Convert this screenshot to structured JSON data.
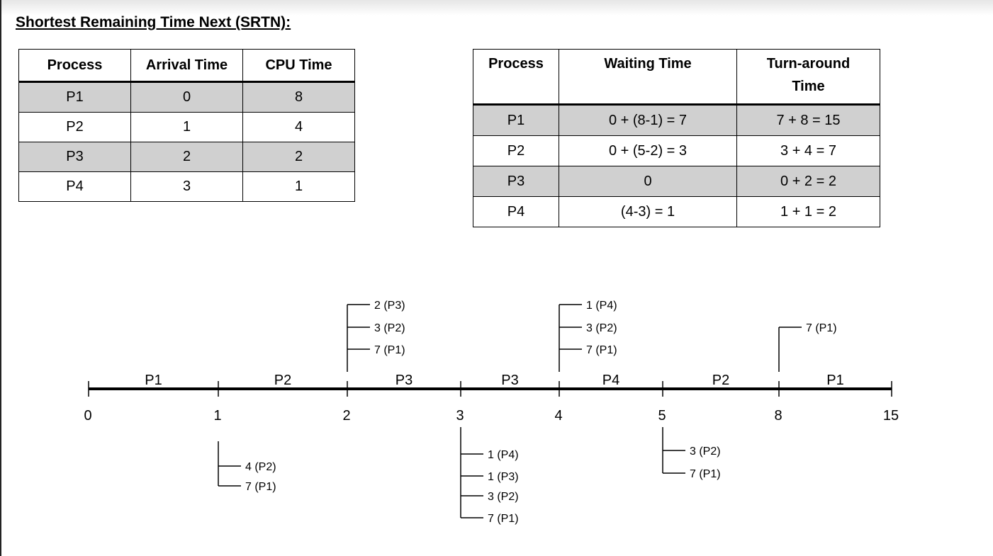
{
  "title": "Shortest Remaining Time Next (SRTN):",
  "table1": {
    "headers": [
      "Process",
      "Arrival Time",
      "CPU Time"
    ],
    "rows": [
      [
        "P1",
        "0",
        "8"
      ],
      [
        "P2",
        "1",
        "4"
      ],
      [
        "P3",
        "2",
        "2"
      ],
      [
        "P4",
        "3",
        "1"
      ]
    ]
  },
  "table2": {
    "headers": [
      "Process",
      "Waiting Time",
      "Turn-around Time"
    ],
    "rows": [
      [
        "P1",
        "0 + (8-1) = 7",
        "7 + 8 = 15"
      ],
      [
        "P2",
        "0 + (5-2) = 3",
        "3 + 4 = 7"
      ],
      [
        "P3",
        "0",
        "0 + 2 = 2"
      ],
      [
        "P4",
        "(4-3) = 1",
        "1 + 1 = 2"
      ]
    ]
  },
  "timeline": {
    "ticks": [
      "0",
      "1",
      "2",
      "3",
      "4",
      "5",
      "8",
      "15"
    ],
    "segments": [
      "P1",
      "P2",
      "P3",
      "P3",
      "P4",
      "P2",
      "P1"
    ],
    "queues": [
      {
        "at": "1",
        "position": "below",
        "items": [
          "4 (P2)",
          "7 (P1)"
        ]
      },
      {
        "at": "2",
        "position": "above",
        "items": [
          "2 (P3)",
          "3 (P2)",
          "7 (P1)"
        ]
      },
      {
        "at": "3",
        "position": "below",
        "items": [
          "1 (P4)",
          "1 (P3)",
          "3 (P2)",
          "7 (P1)"
        ]
      },
      {
        "at": "4",
        "position": "above",
        "items": [
          "1 (P4)",
          "3 (P2)",
          "7 (P1)"
        ]
      },
      {
        "at": "5",
        "position": "below",
        "items": [
          "3 (P2)",
          "7 (P1)"
        ]
      },
      {
        "at": "8",
        "position": "above",
        "items": [
          "7 (P1)"
        ]
      }
    ]
  }
}
